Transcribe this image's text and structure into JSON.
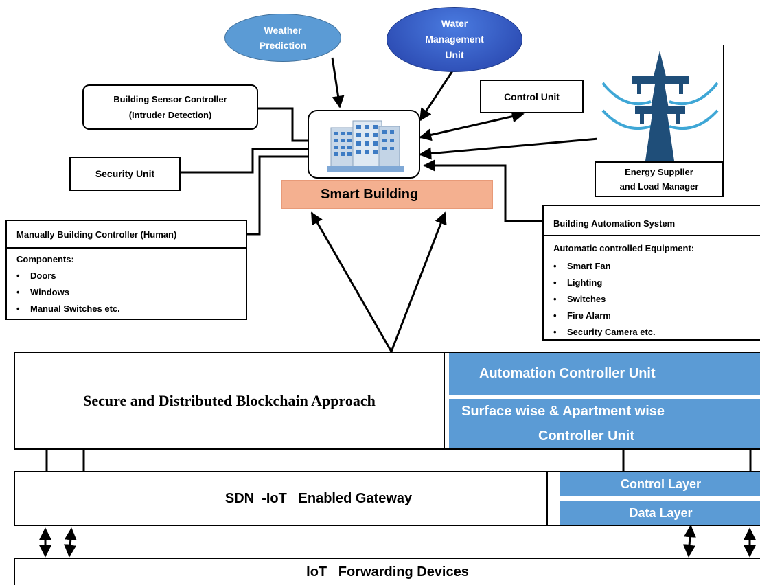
{
  "nodes": {
    "weather": "Weather Prediction",
    "water": "Water Management Unit",
    "sensor_controller_line1": "Building Sensor Controller",
    "sensor_controller_line2": "(Intruder Detection)",
    "control_unit": "Control Unit",
    "security_unit": "Security Unit",
    "smart_building": "Smart Building",
    "energy_line1": "Energy Supplier",
    "energy_line2": "and Load Manager",
    "manual_controller": {
      "title": "Manually Building Controller (Human)",
      "components_label": "Components:",
      "items": [
        "Doors",
        "Windows",
        "Manual Switches etc."
      ]
    },
    "automation_system": {
      "title": "Building Automation System",
      "equipment_label": "Automatic controlled Equipment:",
      "items": [
        "Smart Fan",
        "Lighting",
        "Switches",
        "Fire Alarm",
        "Security Camera etc."
      ]
    }
  },
  "layers": {
    "blockchain": "Secure and Distributed Blockchain Approach",
    "automation_controller": "Automation Controller Unit",
    "surface_controller_line1": "Surface wise & Apartment wise",
    "surface_controller_line2": "Controller Unit",
    "gateway": "SDN  -IoT   Enabled Gateway",
    "control_layer": "Control Layer",
    "data_layer": "Data Layer",
    "forwarding": "IoT   Forwarding Devices"
  },
  "icons": [
    "building-icon",
    "power-tower-icon"
  ],
  "colors": {
    "smart_building_bg": "#f4b090",
    "layer_blue": "#5b9bd5",
    "ellipse_blue_light": "#5b9bd5",
    "ellipse_blue_dark": "#2f4bb0"
  }
}
